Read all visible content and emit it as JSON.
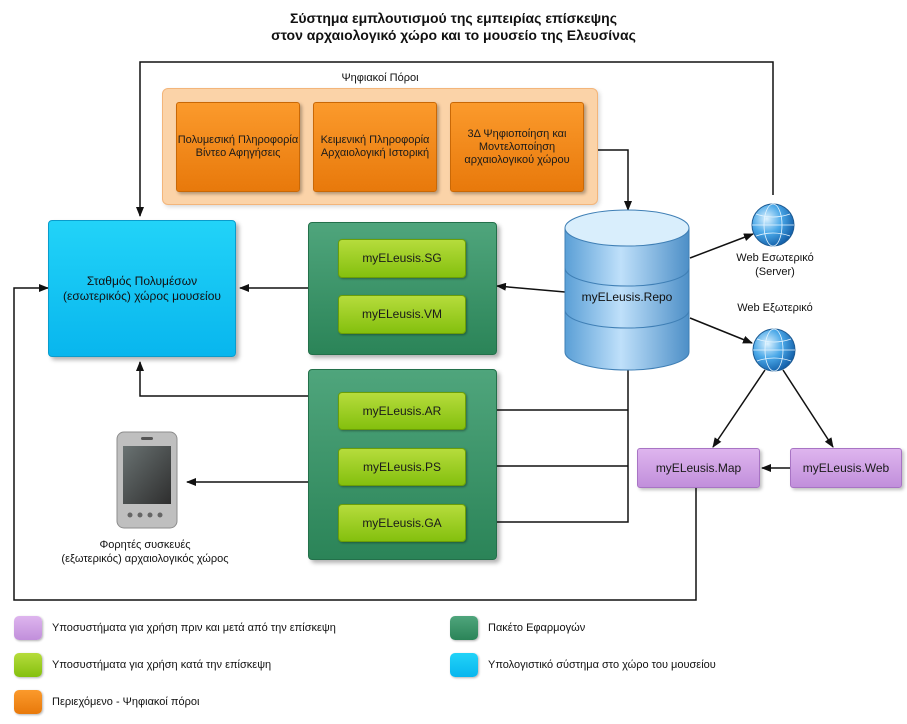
{
  "title": {
    "line1": "Σύστημα εμπλουτισμού της εμπειρίας επίσκεψης",
    "line2": "στον αρχαιολογικό χώρο και το μουσείο της Ελευσίνας"
  },
  "digital_resources": {
    "label": "Ψηφιακοί Πόροι",
    "items": [
      "Πολυμεσική Πληροφορία Βίντεο Αφηγήσεις",
      "Κειμενική Πληροφορία Αρχαιολογική Ιστορική",
      "3Δ Ψηφιοποίηση και Μοντελοποίηση αρχαιολογικού χώρου"
    ]
  },
  "station": {
    "line1": "Σταθμός Πολυμέσων",
    "line2": "(εσωτερικός) χώρος μουσείου"
  },
  "repo": {
    "label": "myELeusis.Repo"
  },
  "package_top": {
    "apps": [
      "myELeusis.SG",
      "myELeusis.VM"
    ]
  },
  "package_bottom": {
    "apps": [
      "myELeusis.AR",
      "myELeusis.PS",
      "myELeusis.GA"
    ]
  },
  "web_internal": {
    "line1": "Web Εσωτερικό",
    "line2": "(Server)"
  },
  "web_external": {
    "label": "Web Εξωτερικό"
  },
  "map": {
    "label": "myELeusis.Map"
  },
  "web_app": {
    "label": "myELeusis.Web"
  },
  "mobile": {
    "line1": "Φορητές συσκευές",
    "line2": "(εξωτερικός) αρχαιολογικός χώρος"
  },
  "legend": {
    "purple": "Υποσυστήματα για χρήση πριν και μετά από την επίσκεψη",
    "teal": "Πακέτο Εφαρμογών",
    "green": "Υποσυστήματα για χρήση κατά την επίσκεψη",
    "cyan": "Υπολογιστικό σύστημα στο χώρο του μουσείου",
    "orange": "Περιεχόμενο - Ψηφιακοί πόροι"
  },
  "colors": {
    "orange": "#f58a1f",
    "cyan": "#13c3f5",
    "teal": "#3a9566",
    "green": "#9dcc1f",
    "purple": "#cfa3e6",
    "arrow": "#111111"
  }
}
